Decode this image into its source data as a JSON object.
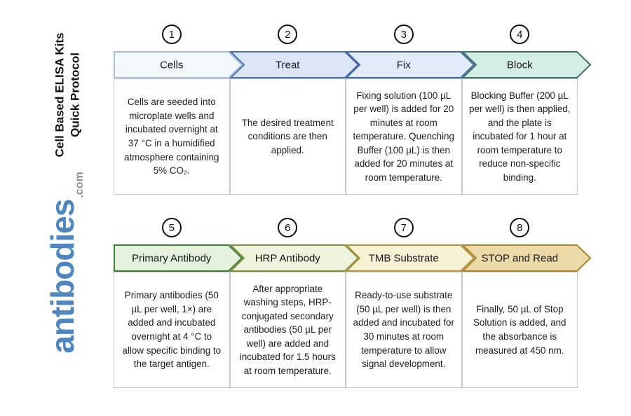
{
  "sidebar": {
    "title_line1": "Cell Based ELISA Kits",
    "title_line2": "Quick Protocol",
    "logo_text": "antibodies",
    "logo_suffix": ".com",
    "logo_color": "#4e86c0",
    "logo_suffix_color": "#8f8f8f"
  },
  "steps": [
    {
      "number": "1",
      "label": "Cells",
      "fill": "#f3f8fc",
      "border": "#a9c0d9",
      "description": "Cells are seeded into microplate wells and incubated overnight at 37 °C in a humidified atmosphere containing 5% CO₂."
    },
    {
      "number": "2",
      "label": "Treat",
      "fill": "#dce6f7",
      "border": "#4a72ab",
      "description": "The desired treatment conditions are then applied."
    },
    {
      "number": "3",
      "label": "Fix",
      "fill": "#e1ebf9",
      "border": "#41689e",
      "description": "Fixing solution (100 µL per well) is added for 20 minutes at room temperature. Quenching Buffer (100 µL) is then added for 20 minutes at room temperature."
    },
    {
      "number": "4",
      "label": "Block",
      "fill": "#d5eee5",
      "border": "#3f6f67",
      "description": "Blocking Buffer (200 µL per well) is then applied, and the plate is incubated for 1 hour at room temperature to reduce non-specific binding."
    },
    {
      "number": "5",
      "label": "Primary Antibody",
      "fill": "#e4f1dd",
      "border": "#3e7c3a",
      "description": "Primary antibodies (50 µL per well, 1×) are added and incubated overnight at 4 °C to allow specific binding to the target antigen."
    },
    {
      "number": "6",
      "label": "HRP Antibody",
      "fill": "#eef3dd",
      "border": "#7f913d",
      "description": "After appropriate washing steps, HRP-conjugated secondary antibodies (50 µL per well) are added and incubated for 1.5 hours at room temperature."
    },
    {
      "number": "7",
      "label": "TMB Substrate",
      "fill": "#f6f1d4",
      "border": "#b39440",
      "description": "Ready-to-use substrate (50 µL per well) is then added and incubated for 30 minutes at room temperature to allow signal development."
    },
    {
      "number": "8",
      "label": "STOP and Read",
      "fill": "#ecd9a8",
      "border": "#a8862e",
      "description": "Finally, 50 µL of Stop Solution is added, and the absorbance is measured at 450 nm."
    }
  ]
}
